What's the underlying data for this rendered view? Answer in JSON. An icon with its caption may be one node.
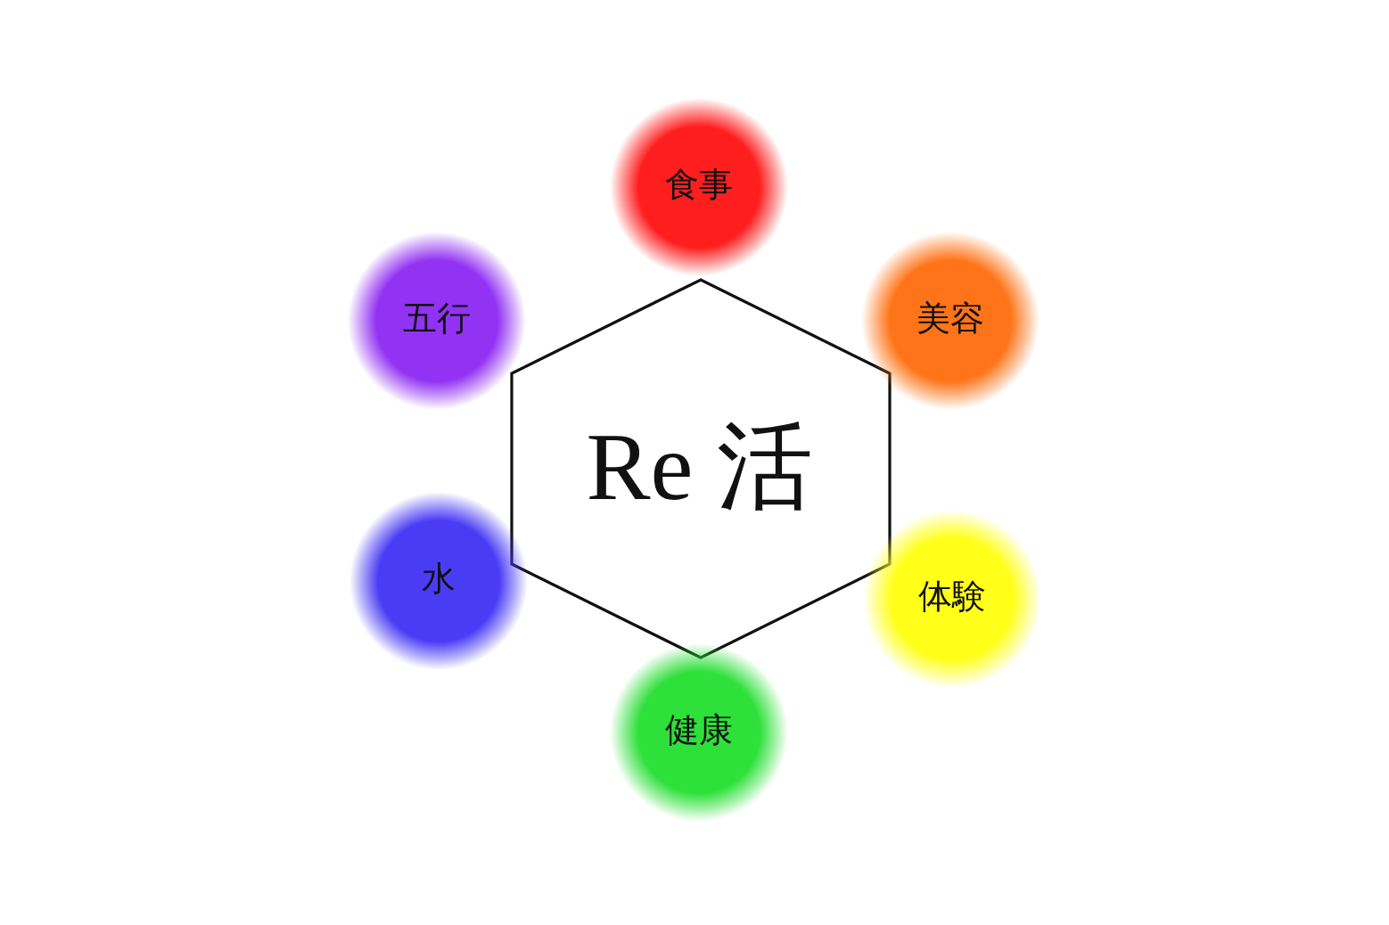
{
  "diagram": {
    "nodes": [
      {
        "text": [
          "Re 活"
        ]
      },
      {
        "text": [
          "食事"
        ]
      },
      {
        "text": [
          "美容"
        ]
      },
      {
        "text": [
          "体験"
        ]
      },
      {
        "text": [
          "健康"
        ]
      },
      {
        "text": [
          "水"
        ]
      },
      {
        "text": [
          "五行"
        ]
      }
    ]
  }
}
